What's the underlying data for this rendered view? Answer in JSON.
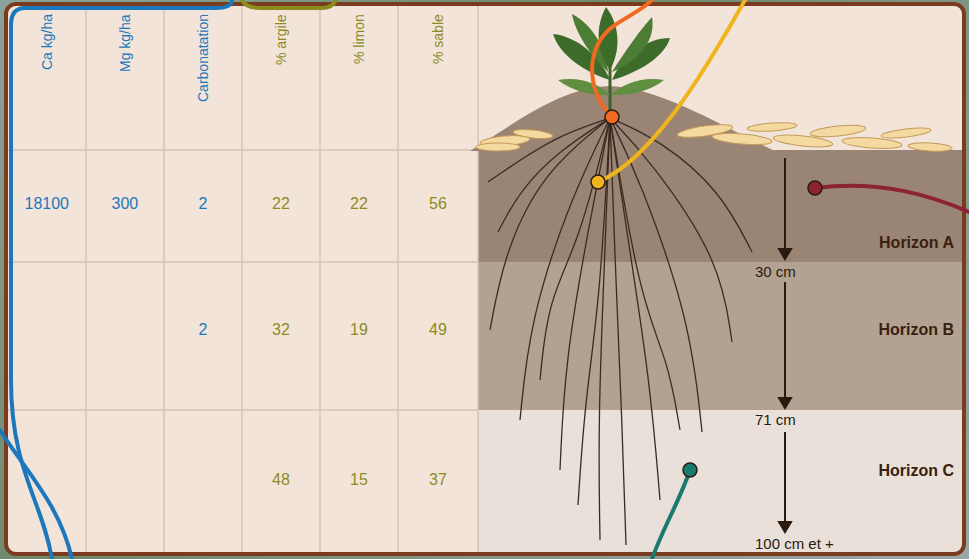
{
  "diagram": {
    "nodes": [
      {
        "text": [
          "Horizon A"
        ]
      },
      {
        "text": [
          "Horizon B"
        ]
      },
      {
        "text": [
          "Horizon C"
        ]
      }
    ],
    "labels": [
      "Ca kg/ha",
      "Mg kg/ha",
      "Carbonatation",
      "% argile",
      "% limon",
      "% sable",
      "18100",
      "300",
      "2",
      "22",
      "22",
      "56",
      "2",
      "32",
      "19",
      "49",
      "48",
      "15",
      "37",
      "30 cm",
      "71 cm",
      "100 cm et +"
    ]
  }
}
